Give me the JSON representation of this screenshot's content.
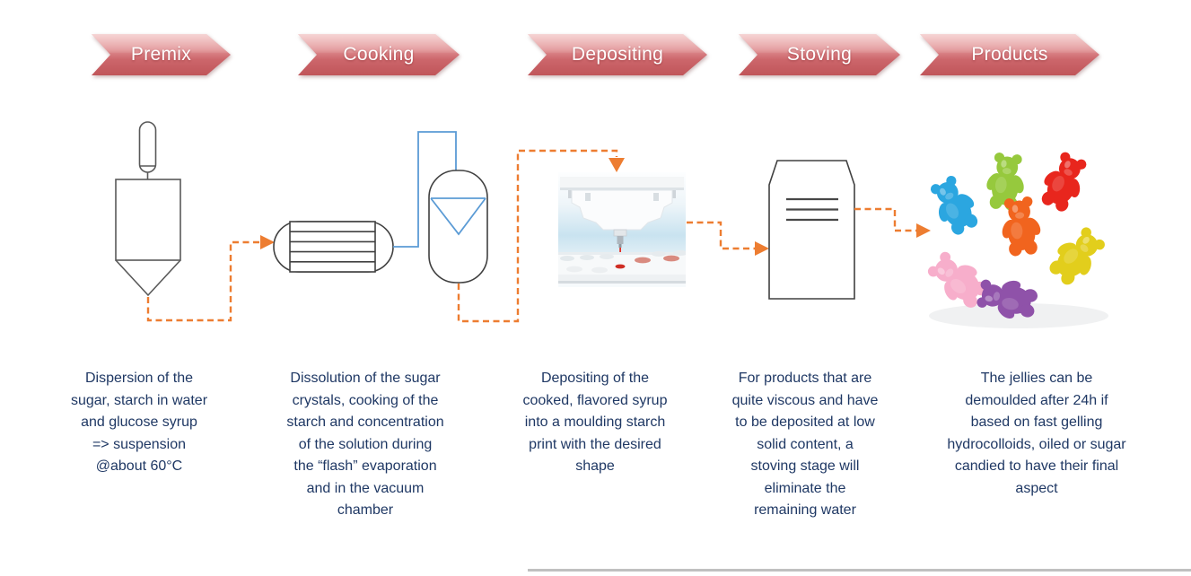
{
  "stages": [
    {
      "id": "premix",
      "label": "Premix",
      "icon": "mixing-tank-icon",
      "description": "Dispersion of the\nsugar, starch in water\nand glucose syrup\n=> suspension\n@about 60°C"
    },
    {
      "id": "cooking",
      "label": "Cooking",
      "icon": "heat-exchanger-vacuum-chamber-icon",
      "description": "Dissolution of the sugar\ncrystals, cooking of the\nstarch and concentration\nof the solution during\nthe “flash” evaporation\nand in the vacuum\nchamber"
    },
    {
      "id": "depositing",
      "label": "Depositing",
      "icon": "depositor-photo",
      "description": "Depositing of the\ncooked, flavored syrup\ninto a moulding starch\nprint with the desired\nshape"
    },
    {
      "id": "stoving",
      "label": "Stoving",
      "icon": "stoving-chamber-icon",
      "description": "For products that are\nquite viscous and have\nto be deposited at low\nsolid content, a\nstoving stage will\neliminate the\nremaining water"
    },
    {
      "id": "products",
      "label": "Products",
      "icon": "gummy-bears-photo",
      "description": "The jellies can be\ndemoulded after 24h if\nbased on fast gelling\nhydrocolloids, oiled or sugar\ncandied to have their final\naspect"
    }
  ],
  "flow": {
    "connector_style": "orange-dashed-arrow",
    "connectors": [
      {
        "from": "premix",
        "to": "cooking"
      },
      {
        "from": "cooking",
        "to": "depositing"
      },
      {
        "from": "depositing",
        "to": "stoving"
      },
      {
        "from": "stoving",
        "to": "products"
      }
    ]
  },
  "colors": {
    "banner_top": "#eba6a6",
    "banner_bottom": "#c05559",
    "banner_text": "#ffffff",
    "description_text": "#1f3864",
    "flow_arrow_orange": "#ed7d31",
    "pipe_blue": "#5b9bd5",
    "equipment_stroke": "#404040",
    "footer_line": "#c0c0c0"
  },
  "gummy_bear_colors": [
    "#2ba6e0",
    "#96c93d",
    "#e8261d",
    "#f1641e",
    "#e2ce1c",
    "#f7aecb",
    "#8f52a9"
  ]
}
